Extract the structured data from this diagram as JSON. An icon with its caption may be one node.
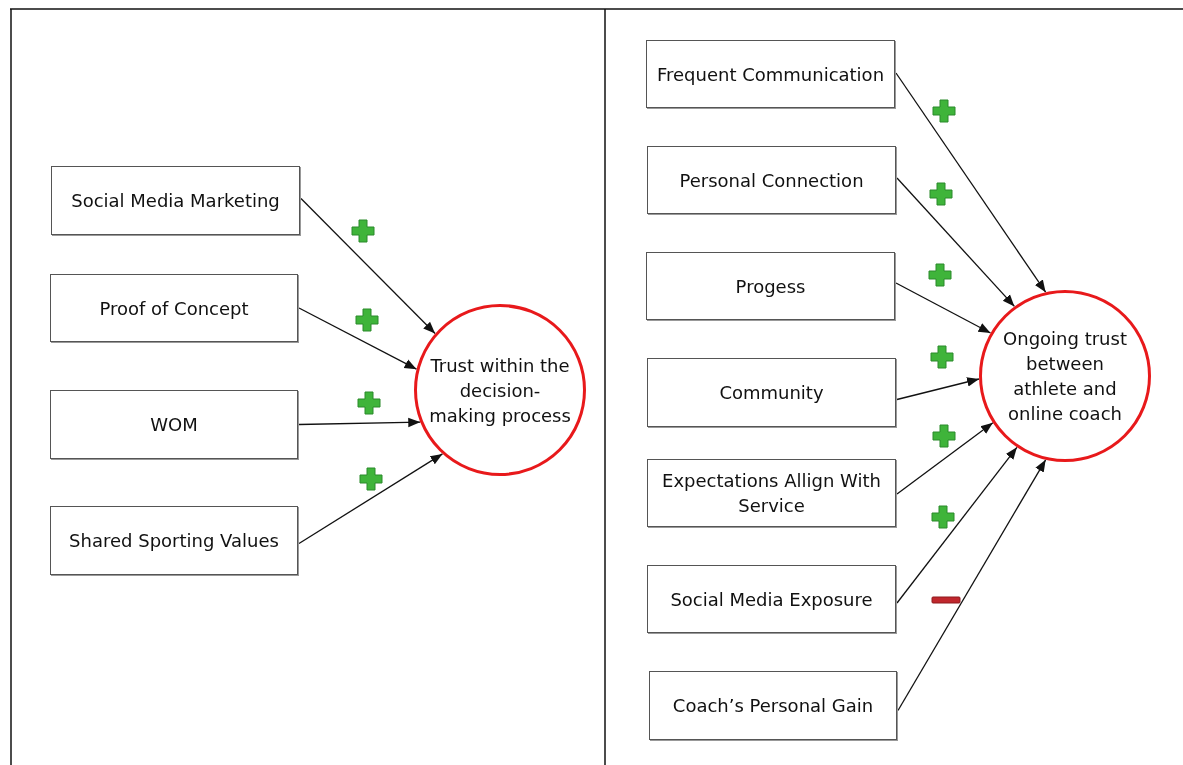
{
  "diagram": {
    "nodes": [
      {
        "text": [
          "Social Media Marketing"
        ]
      },
      {
        "text": [
          "Proof of Concept"
        ]
      },
      {
        "text": [
          "WOM"
        ]
      },
      {
        "text": [
          "Shared Sporting Values"
        ]
      },
      {
        "text": [
          "Trust within the decision-making process"
        ]
      },
      {
        "text": [
          "Frequent Communication"
        ]
      },
      {
        "text": [
          "Personal Connection"
        ]
      },
      {
        "text": [
          "Progess"
        ]
      },
      {
        "text": [
          "Community"
        ]
      },
      {
        "text": [
          "Expectations Allign With Service"
        ]
      },
      {
        "text": [
          "Social Media Exposure"
        ]
      },
      {
        "text": [
          "Coach’s Personal Gain"
        ]
      },
      {
        "text": [
          "Ongoing trust between athlete and online coach"
        ]
      }
    ],
    "edges": [
      {
        "from": 0,
        "to": 4,
        "arrow": "to"
      },
      {
        "from": 1,
        "to": 4,
        "arrow": "to"
      },
      {
        "from": 2,
        "to": 4,
        "arrow": "to"
      },
      {
        "from": 3,
        "to": 4,
        "arrow": "to"
      },
      {
        "from": 5,
        "to": 12,
        "arrow": "to"
      },
      {
        "from": 6,
        "to": 12,
        "arrow": "to"
      },
      {
        "from": 7,
        "to": 12,
        "arrow": "to"
      },
      {
        "from": 8,
        "to": 12,
        "arrow": "to"
      },
      {
        "from": 9,
        "to": 12,
        "arrow": "to"
      },
      {
        "from": 10,
        "to": 12,
        "arrow": "to"
      },
      {
        "from": 11,
        "to": 12,
        "arrow": "to"
      }
    ]
  }
}
